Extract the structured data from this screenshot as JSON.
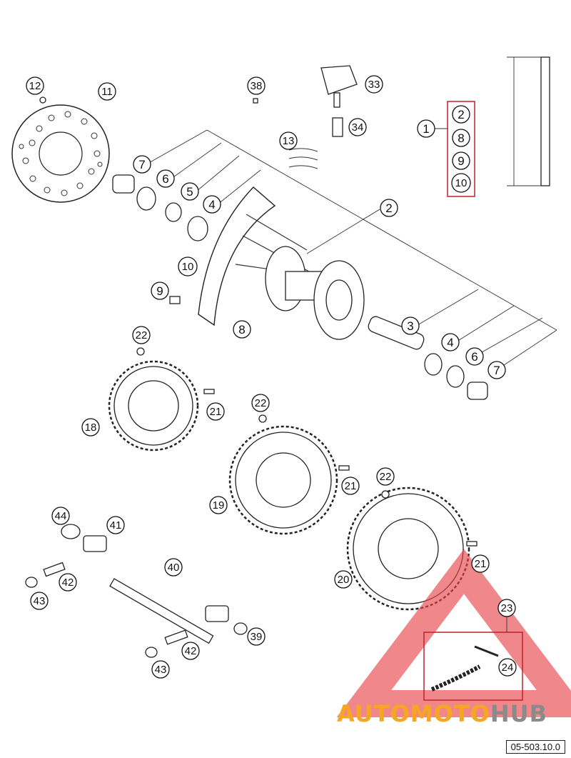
{
  "labels": {
    "l1": "1",
    "l2_group": "2",
    "l8_group": "8",
    "l9_group": "9",
    "l10_group": "10",
    "l2": "2",
    "l3": "3",
    "l4a": "4",
    "l4b": "4",
    "l5": "5",
    "l6a": "6",
    "l6b": "6",
    "l7a": "7",
    "l7b": "7",
    "l8": "8",
    "l9": "9",
    "l10": "10",
    "l11": "11",
    "l12": "12",
    "l13": "13",
    "l18": "18",
    "l19": "19",
    "l20": "20",
    "l21a": "21",
    "l21b": "21",
    "l21c": "21",
    "l22a": "22",
    "l22b": "22",
    "l22c": "22",
    "l23": "23",
    "l24": "24",
    "l33": "33",
    "l34": "34",
    "l38": "38",
    "l39": "39",
    "l40": "40",
    "l41": "41",
    "l42a": "42",
    "l42b": "42",
    "l43a": "43",
    "l43b": "43",
    "l44": "44"
  },
  "watermark": {
    "auto": "AUTO",
    "moto": "MOTO",
    "hub": "HUB"
  },
  "doc_number": "05-503.10.0",
  "colors": {
    "watermark_red": "#e8464a",
    "watermark_orange": "#f6a623",
    "watermark_grey": "#8a8a8a",
    "group_box": "#c0202a"
  }
}
